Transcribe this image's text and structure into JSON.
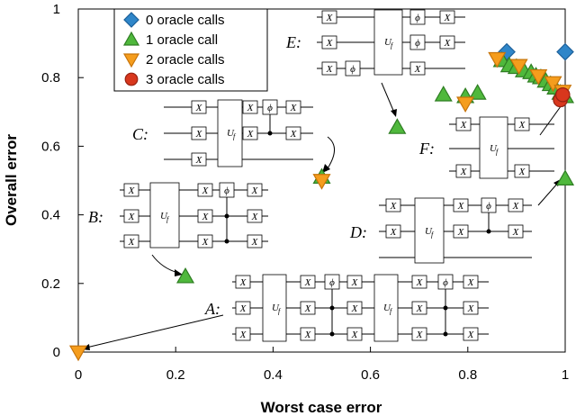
{
  "chart_data": {
    "type": "scatter",
    "xlabel": "Worst case error",
    "ylabel": "Overall error",
    "xlim": [
      0,
      1
    ],
    "ylim": [
      0,
      1
    ],
    "x_ticks": [
      "0",
      "0.2",
      "0.4",
      "0.6",
      "0.8",
      "1"
    ],
    "y_ticks": [
      "0",
      "0.2",
      "0.4",
      "0.6",
      "0.8",
      "1"
    ],
    "grid": false,
    "legend_position": "top-left",
    "series": [
      {
        "name": "0 oracle calls",
        "marker": "diamond",
        "color": "#2f86c9",
        "points": [
          [
            0.88,
            0.875
          ],
          [
            1.0,
            0.875
          ]
        ]
      },
      {
        "name": "1 oracle call",
        "marker": "triangle-up",
        "color": "#4fb83c",
        "points": [
          [
            0.22,
            0.22
          ],
          [
            0.5,
            0.51
          ],
          [
            0.655,
            0.655
          ],
          [
            0.75,
            0.75
          ],
          [
            0.795,
            0.745
          ],
          [
            0.82,
            0.755
          ],
          [
            1.0,
            0.505
          ],
          [
            0.87,
            0.85
          ],
          [
            0.885,
            0.835
          ],
          [
            0.9,
            0.83
          ],
          [
            0.915,
            0.82
          ],
          [
            0.93,
            0.815
          ],
          [
            0.94,
            0.805
          ],
          [
            0.95,
            0.8
          ],
          [
            0.96,
            0.79
          ],
          [
            0.97,
            0.78
          ],
          [
            0.98,
            0.77
          ],
          [
            0.99,
            0.755
          ],
          [
            1.0,
            0.745
          ]
        ]
      },
      {
        "name": "2 oracle calls",
        "marker": "triangle-down",
        "color": "#f59d1d",
        "points": [
          [
            0.0,
            0.0
          ],
          [
            0.5,
            0.5
          ],
          [
            0.795,
            0.725
          ],
          [
            0.86,
            0.855
          ],
          [
            0.905,
            0.835
          ],
          [
            0.945,
            0.805
          ],
          [
            0.975,
            0.785
          ],
          [
            0.995,
            0.76
          ]
        ]
      },
      {
        "name": "3 oracle calls",
        "marker": "circle",
        "color": "#d8371d",
        "points": [
          [
            0.99,
            0.735
          ],
          [
            0.995,
            0.75
          ]
        ]
      }
    ],
    "circuit_labels": [
      "A:",
      "B:",
      "C:",
      "D:",
      "E:",
      "F:"
    ]
  },
  "gates": {
    "x": "X",
    "phi": "ϕ",
    "uf": "U",
    "uf_sub": "f"
  }
}
